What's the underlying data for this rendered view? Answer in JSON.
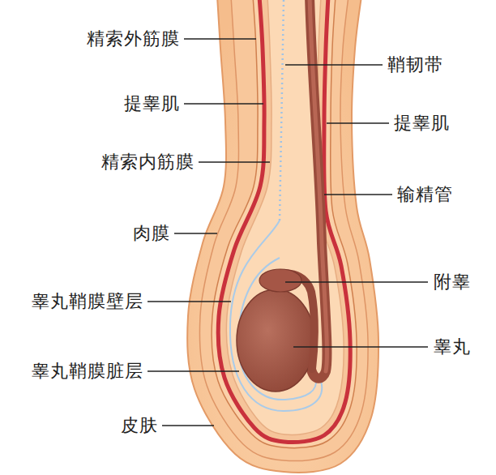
{
  "diagram": {
    "labels": [
      "精索外筋膜",
      "鞘韧带",
      "提睾肌",
      "提睾肌",
      "精索内筋膜",
      "输精管",
      "肉膜",
      "附睾",
      "睾丸鞘膜壁层",
      "睾丸",
      "睾丸鞘膜脏层",
      "皮肤"
    ]
  }
}
